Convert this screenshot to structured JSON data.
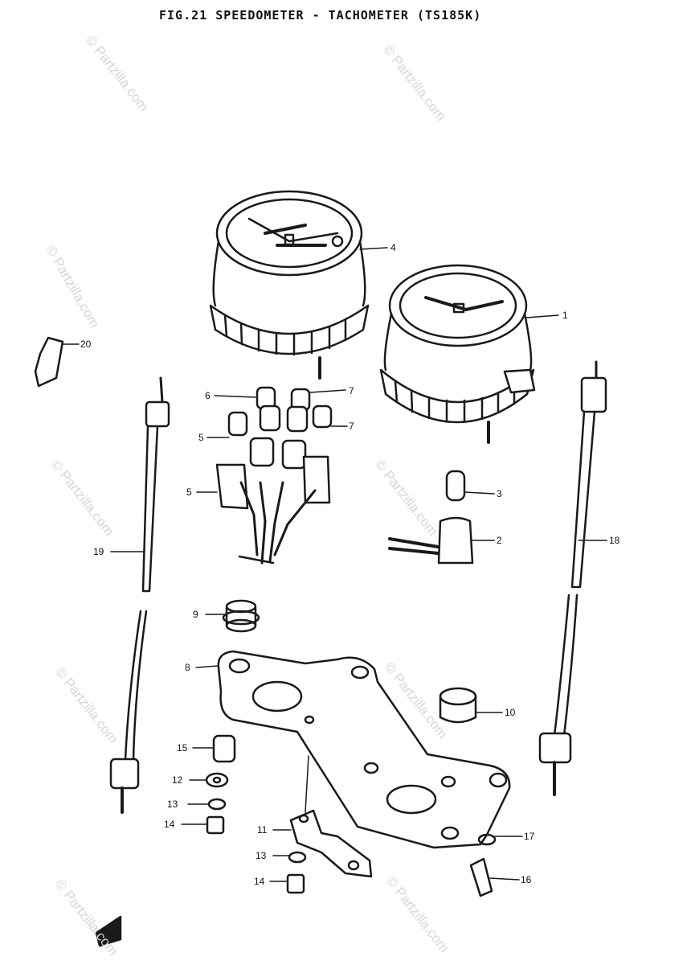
{
  "title": "FIG.21 SPEEDOMETER - TACHOMETER (TS185K)",
  "watermark": "© Partzilla.com",
  "callouts": [
    "4",
    "1",
    "20",
    "6",
    "7",
    "5",
    "7",
    "5",
    "3",
    "2",
    "19",
    "18",
    "9",
    "8",
    "10",
    "15",
    "12",
    "13",
    "14",
    "11",
    "13",
    "14",
    "17",
    "16"
  ],
  "stroke_color": "#1a1a1a",
  "watermark_color": "#d6d6d6"
}
